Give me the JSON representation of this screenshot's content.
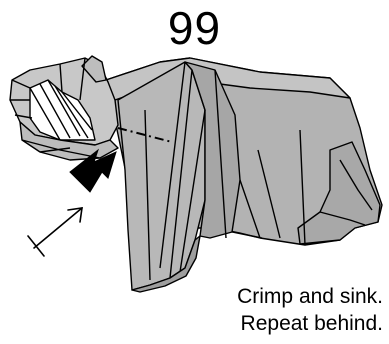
{
  "step": {
    "number": "99"
  },
  "instructions": {
    "line1": "Crimp and sink.",
    "line2": "Repeat behind."
  },
  "colors": {
    "paper": "#b3b3b3",
    "paper_dark": "#8c8c8c",
    "line": "#000000",
    "background": "#ffffff"
  },
  "icons": {
    "push_arrow": "black-push-arrow",
    "view_arrow": "view-direction-arrow"
  }
}
